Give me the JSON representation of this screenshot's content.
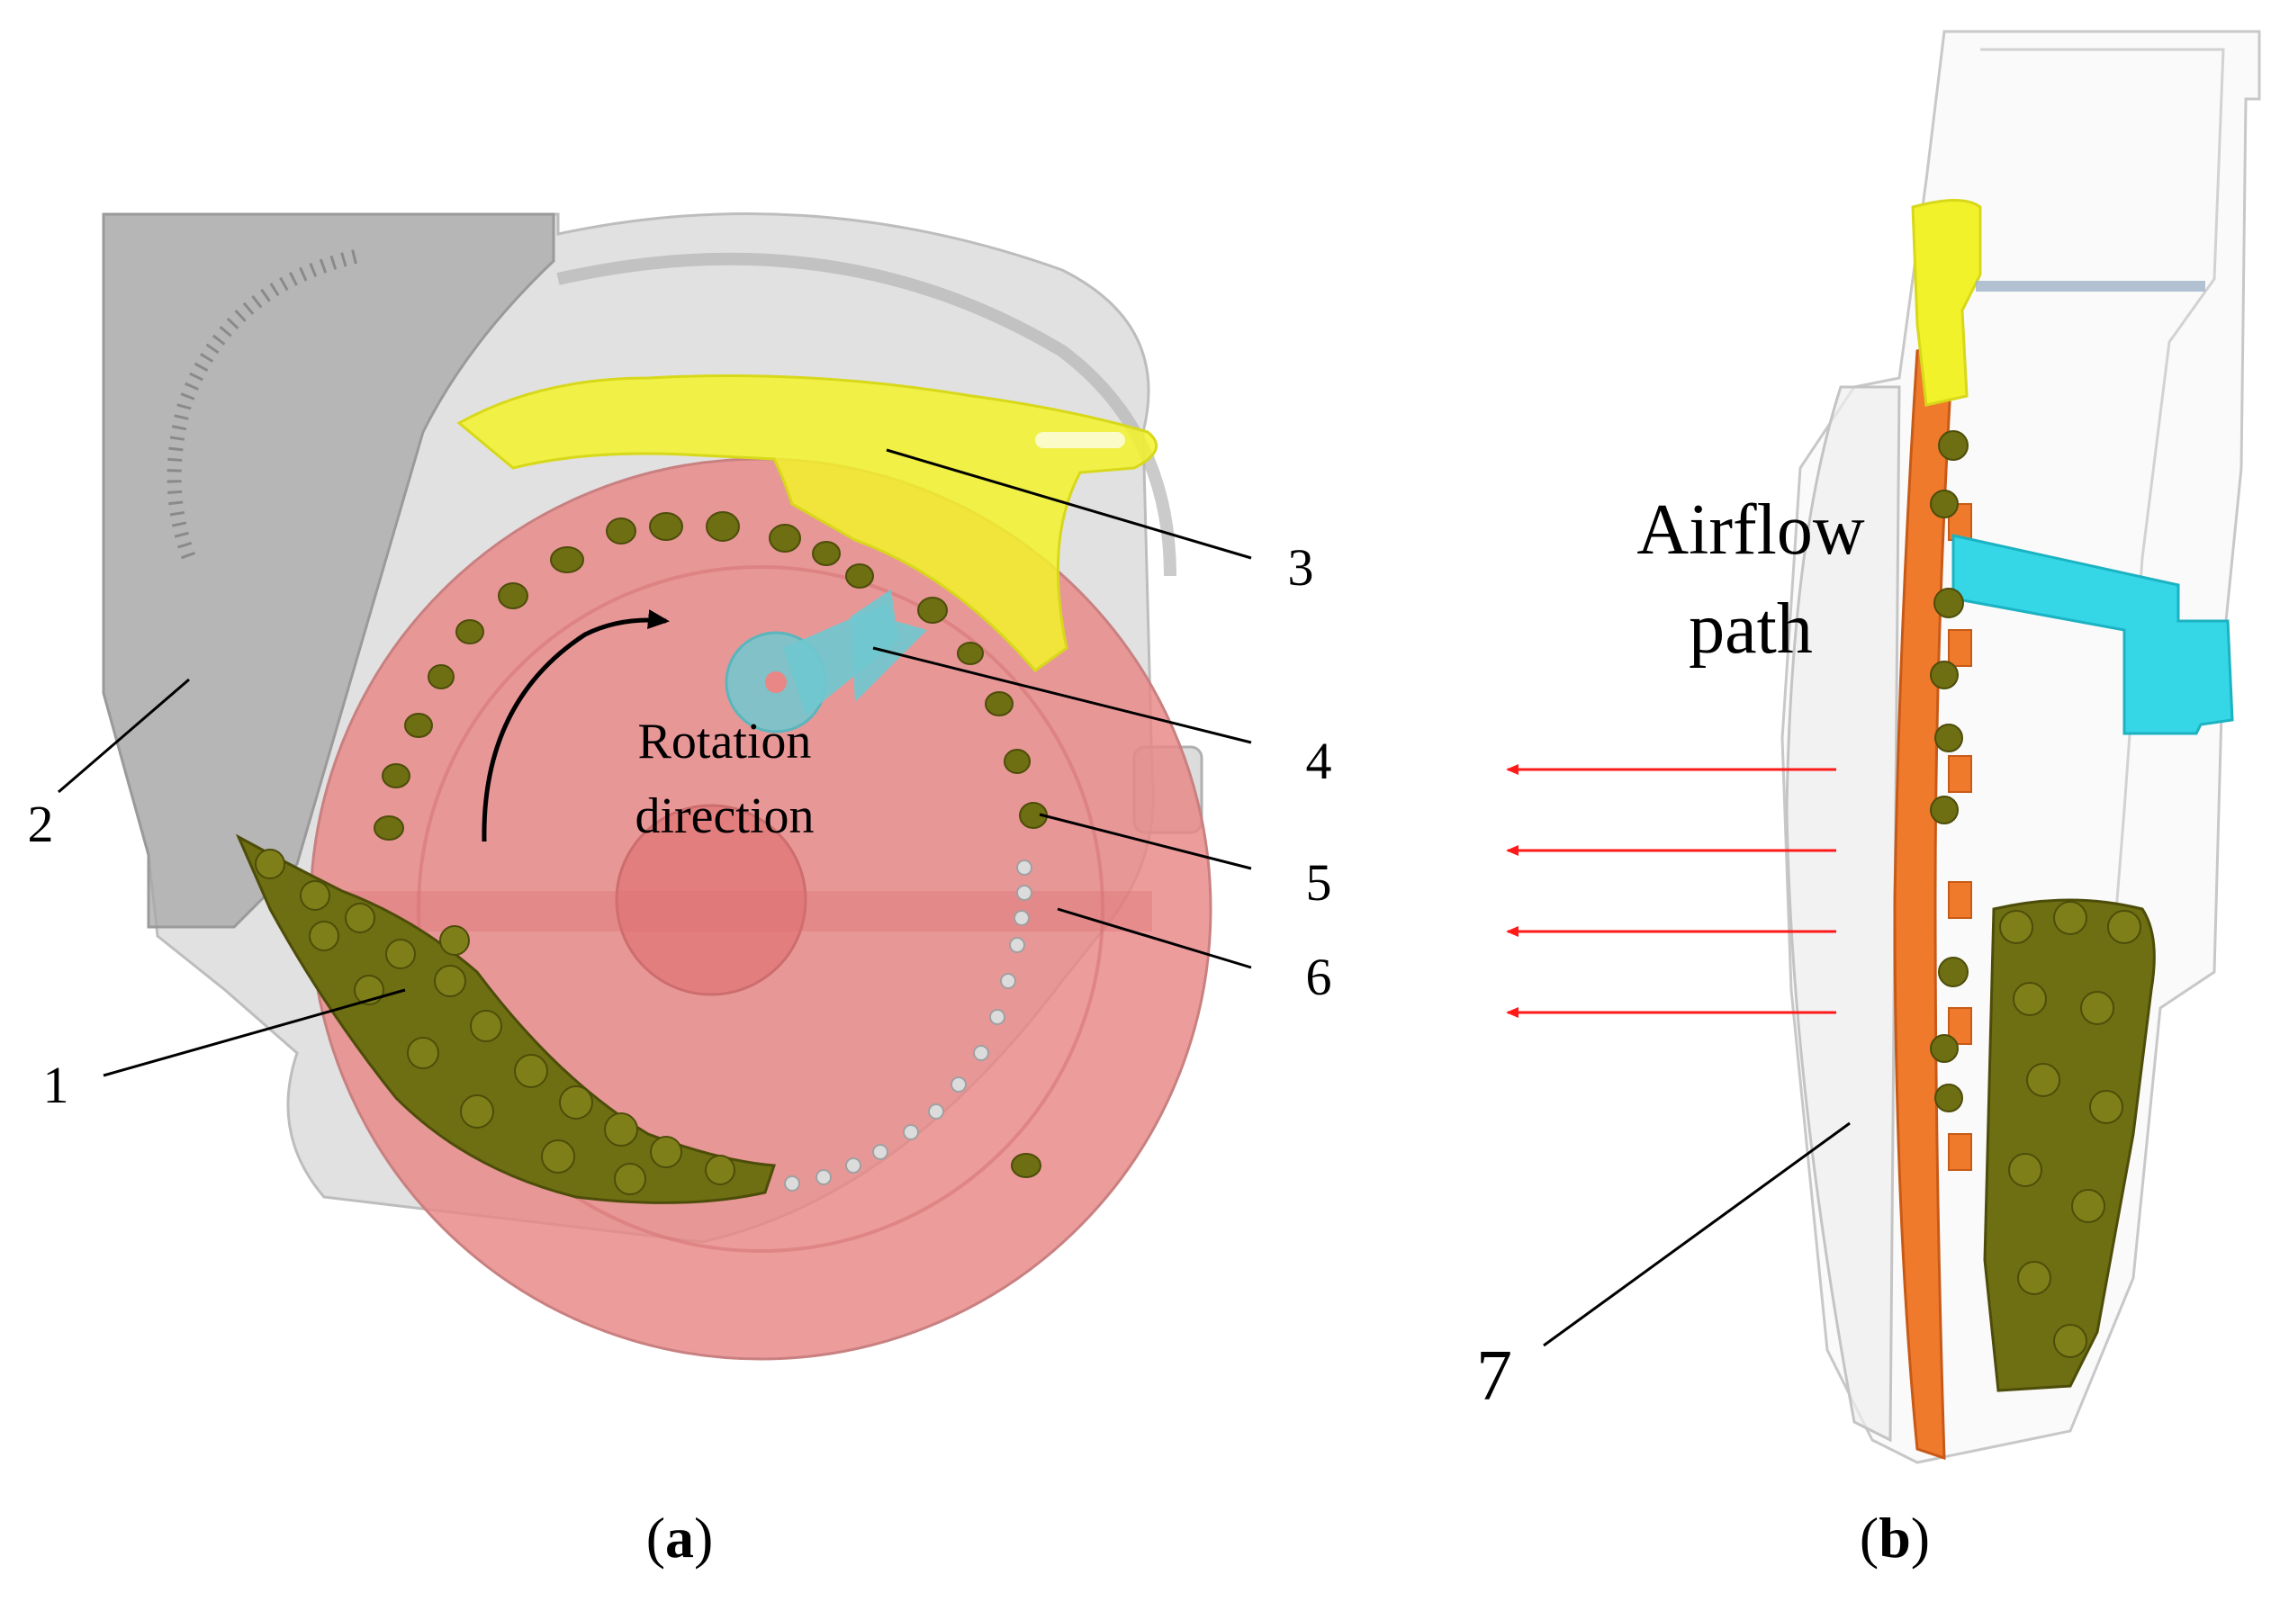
{
  "panel_a": {
    "label_open": "(",
    "label_letter": "a",
    "label_close": ")",
    "rotation_label_line1": "Rotation",
    "rotation_label_line2": "direction",
    "callouts": [
      "1",
      "2",
      "3",
      "4",
      "5",
      "6"
    ]
  },
  "panel_b": {
    "label_open": "(",
    "label_letter": "b",
    "label_close": ")",
    "airflow_label_line1": "Airflow",
    "airflow_label_line2": "path",
    "callout": "7"
  },
  "colors": {
    "disc": "#e98686",
    "housing": "#c9c9c9",
    "guard": "#f2f22a",
    "seed": "#6e6e12",
    "ejector": "#6fc8cf",
    "side_disc": "#f07a2c",
    "side_bracket": "#35d6e6",
    "arrow": "#ff1a1a"
  }
}
